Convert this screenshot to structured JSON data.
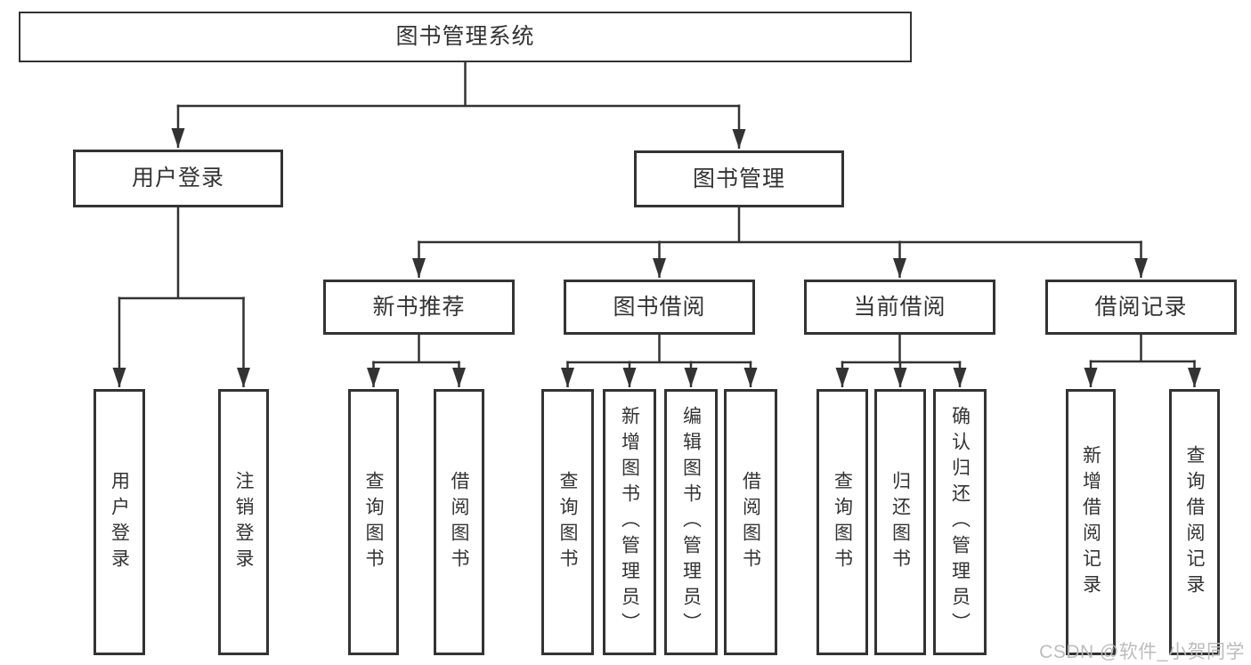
{
  "tree": {
    "root": "图书管理系统",
    "user_login": {
      "label": "用户登录",
      "children": {
        "login": "用户登录",
        "logout": "注销登录"
      }
    },
    "book_management": {
      "label": "图书管理",
      "new_book_recommend": {
        "label": "新书推荐",
        "children": {
          "query_books": "查询图书",
          "borrow_books": "借阅图书"
        }
      },
      "book_borrowing": {
        "label": "图书借阅",
        "children": {
          "query_books": "查询图书",
          "add_books_admin": "新增图书（管理员）",
          "edit_books_admin": "编辑图书（管理员）",
          "borrow_books": "借阅图书"
        }
      },
      "current_borrowing": {
        "label": "当前借阅",
        "children": {
          "query_books": "查询图书",
          "return_books": "归还图书",
          "confirm_return_admin": "确认归还（管理员）"
        }
      },
      "borrowing_records": {
        "label": "借阅记录",
        "children": {
          "add_record": "新增借阅记录",
          "query_record": "查询借阅记录"
        }
      }
    }
  },
  "watermark": {
    "text": "CSDN @软件_小贺同学"
  },
  "colors": {
    "line": "#333333",
    "box_border": "#333333",
    "text": "#333333",
    "watermark": "#b8b8b8",
    "background": "#ffffff"
  }
}
